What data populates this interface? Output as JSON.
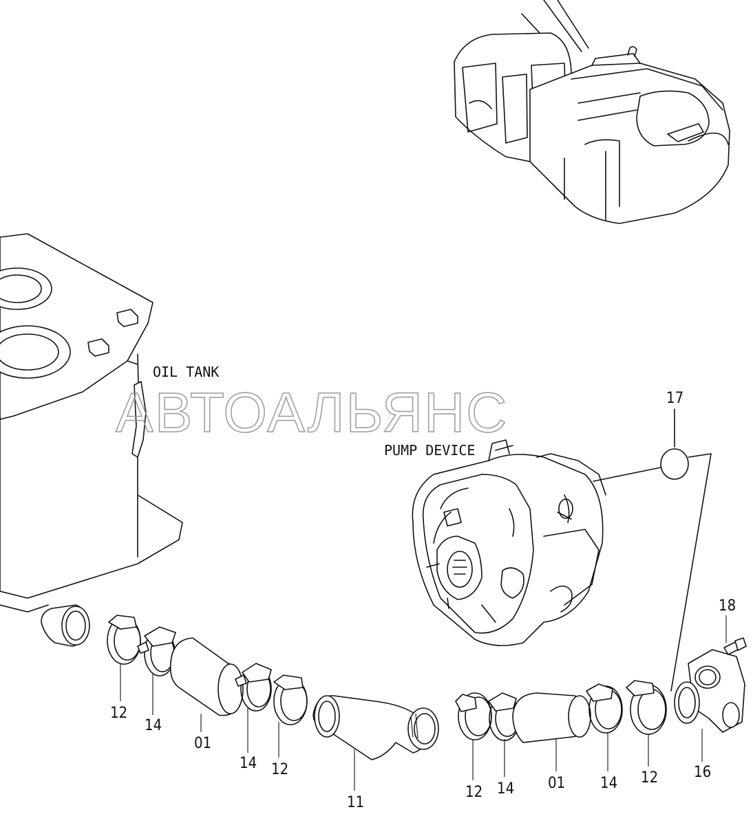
{
  "labels": {
    "oil_tank": "OIL TANK",
    "pump_device": "PUMP DEVICE"
  },
  "watermark": "АВТОАЛЬЯНС",
  "callouts": [
    {
      "id": "c-17",
      "text": "17"
    },
    {
      "id": "c-18",
      "text": "18"
    },
    {
      "id": "c-12a",
      "text": "12"
    },
    {
      "id": "c-14a",
      "text": "14"
    },
    {
      "id": "c-01a",
      "text": "01"
    },
    {
      "id": "c-14b",
      "text": "14"
    },
    {
      "id": "c-12b",
      "text": "12"
    },
    {
      "id": "c-11",
      "text": "11"
    },
    {
      "id": "c-12c",
      "text": "12"
    },
    {
      "id": "c-14c",
      "text": "14"
    },
    {
      "id": "c-01b",
      "text": "01"
    },
    {
      "id": "c-14d",
      "text": "14"
    },
    {
      "id": "c-12d",
      "text": "12"
    },
    {
      "id": "c-16",
      "text": "16"
    }
  ]
}
